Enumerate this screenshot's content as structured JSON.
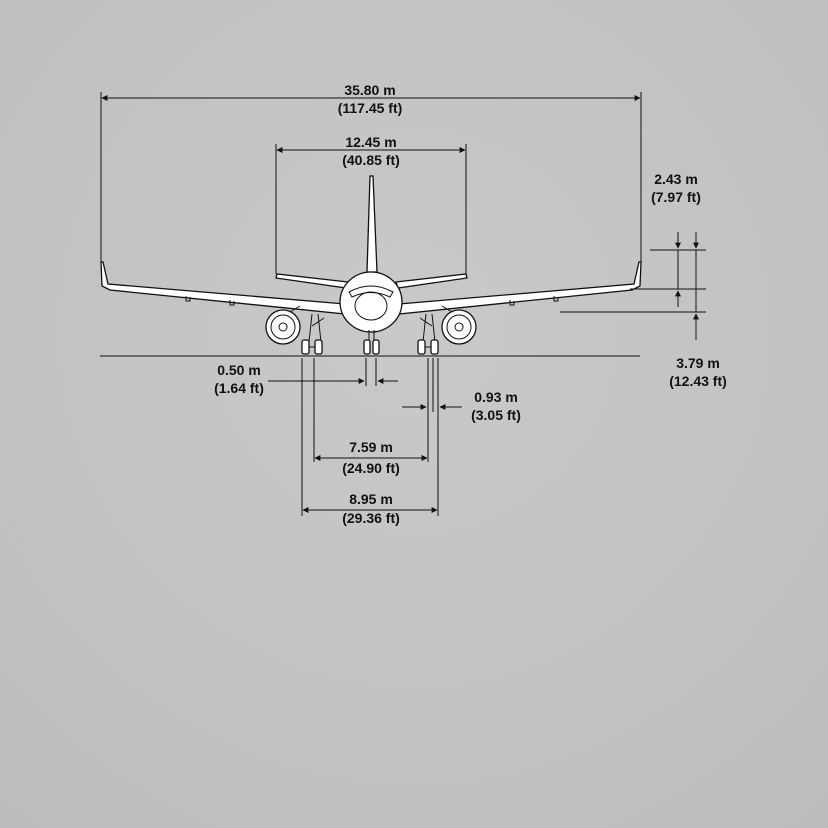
{
  "dimensions": {
    "wingspan": {
      "metric": "35.80 m",
      "imperial": "(117.45 ft)"
    },
    "tailplane_span": {
      "metric": "12.45 m",
      "imperial": "(40.85 ft)"
    },
    "winglet_height": {
      "metric": "2.43 m",
      "imperial": "(7.97 ft)"
    },
    "wing_height": {
      "metric": "3.79 m",
      "imperial": "(12.43 ft)"
    },
    "nose_gear_track": {
      "metric": "0.50 m",
      "imperial": "(1.64 ft)"
    },
    "main_wheel_spacing": {
      "metric": "0.93 m",
      "imperial": "(3.05 ft)"
    },
    "main_gear_track": {
      "metric": "7.59 m",
      "imperial": "(24.90 ft)"
    },
    "outer_gear_width": {
      "metric": "8.95 m",
      "imperial": "(29.36 ft)"
    }
  }
}
